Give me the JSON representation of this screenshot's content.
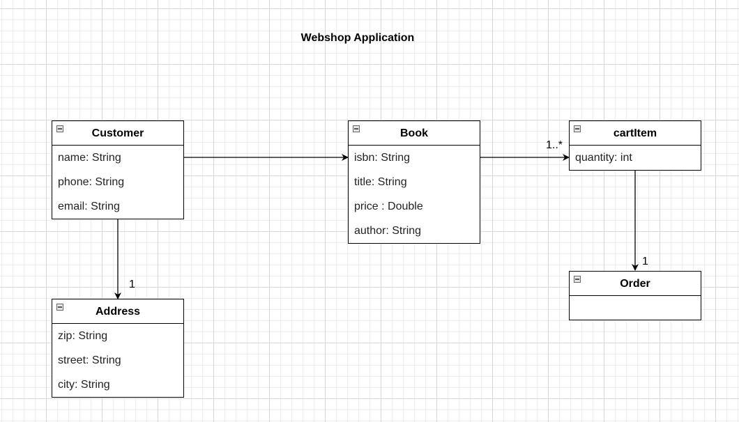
{
  "diagram": {
    "title": "Webshop Application",
    "classes": {
      "customer": {
        "name": "Customer",
        "attributes": [
          "name: String",
          "phone: String",
          "email: String"
        ]
      },
      "book": {
        "name": "Book",
        "attributes": [
          "isbn: String",
          "title: String",
          "price : Double",
          "author: String"
        ]
      },
      "cartitem": {
        "name": "cartItem",
        "attributes": [
          "quantity: int"
        ]
      },
      "address": {
        "name": "Address",
        "attributes": [
          "zip: String",
          "street: String",
          "city: String"
        ]
      },
      "order": {
        "name": "Order",
        "attributes": []
      }
    },
    "relations": [
      {
        "from": "Customer",
        "to": "Book",
        "multiplicity": ""
      },
      {
        "from": "Book",
        "to": "cartItem",
        "multiplicity": "1..*"
      },
      {
        "from": "Customer",
        "to": "Address",
        "multiplicity": "1"
      },
      {
        "from": "cartItem",
        "to": "Order",
        "multiplicity": "1"
      }
    ]
  }
}
